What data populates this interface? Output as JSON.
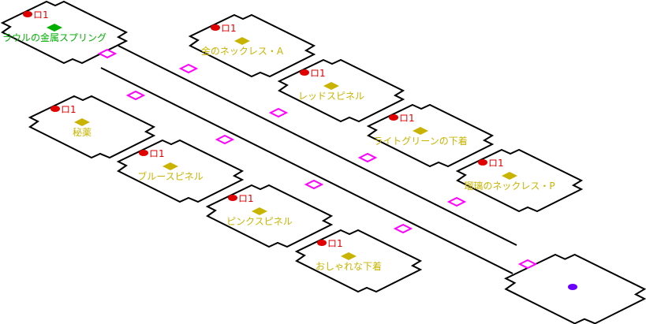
{
  "colors": {
    "item": "#c8b400",
    "key_item": "#00b000",
    "enemy": "#e00000",
    "player": "#6a00ff",
    "door": "#ff00ff"
  },
  "rooms": [
    {
      "label": "ラウルの金属スプリング",
      "count": "ロ1",
      "key": true
    },
    {
      "label": "金のネックレス・A",
      "count": "ロ1"
    },
    {
      "label": "レッドスピネル",
      "count": "ロ1"
    },
    {
      "label": "ライトグリーンの下着",
      "count": "ロ1"
    },
    {
      "label": "瑠璃のネックレス・P",
      "count": "ロ1"
    },
    {
      "label": "秘薬",
      "count": "ロ1"
    },
    {
      "label": "ブルースピネル",
      "count": "ロ1"
    },
    {
      "label": "ピンクスピネル",
      "count": "ロ1"
    },
    {
      "label": "おしゃれな下着",
      "count": "ロ1"
    }
  ],
  "final_room": {
    "marker": "player-position-icon"
  }
}
